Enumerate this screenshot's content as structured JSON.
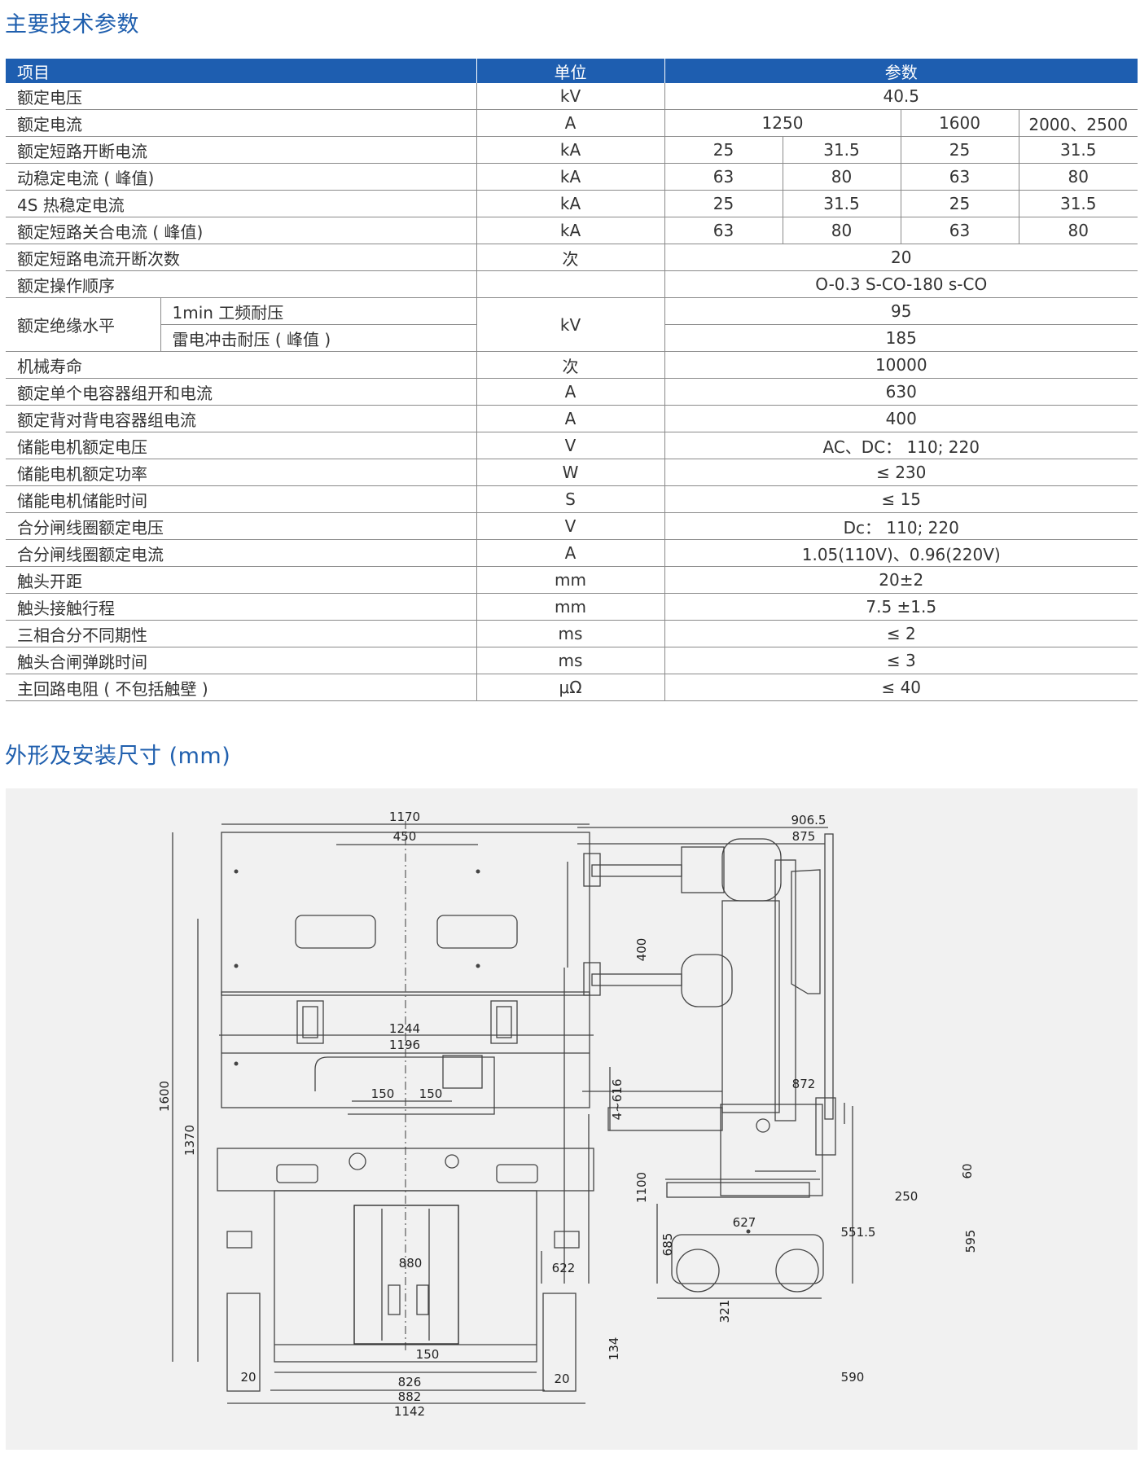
{
  "section1_title": "主要技术参数",
  "section2_title": "外形及安装尺寸 (mm)",
  "table": {
    "headers": [
      "项目",
      "单位",
      "参数"
    ],
    "rows": {
      "rated_voltage": {
        "name": "额定电压",
        "unit": "kV",
        "value": "40.5"
      },
      "rated_current": {
        "name": "额定电流",
        "unit": "A",
        "v1": "1250",
        "v2": "1600",
        "v3": "2000、2500"
      },
      "breaking": {
        "name": "额定短路开断电流",
        "unit": "kA",
        "v": [
          "25",
          "31.5",
          "25",
          "31.5"
        ]
      },
      "peak_withstand": {
        "name": "动稳定电流 ( 峰值)",
        "unit": "kA",
        "v": [
          "63",
          "80",
          "63",
          "80"
        ]
      },
      "thermal": {
        "name": "4S 热稳定电流",
        "unit": "kA",
        "v": [
          "25",
          "31.5",
          "25",
          "31.5"
        ]
      },
      "making": {
        "name": "额定短路关合电流 ( 峰值)",
        "unit": "kA",
        "v": [
          "63",
          "80",
          "63",
          "80"
        ]
      },
      "break_count": {
        "name": "额定短路电流开断次数",
        "unit": "次",
        "value": "20"
      },
      "sequence": {
        "name": "额定操作顺序",
        "unit": "",
        "value": "O-0.3 S-CO-180 s-CO"
      },
      "insulation": {
        "name": "额定绝缘水平",
        "unit": "kV",
        "sub1": "1min 工频耐压",
        "val1": "95",
        "sub2": "雷电冲击耐压 ( 峰值 )",
        "val2": "185"
      },
      "mech_life": {
        "name": "机械寿命",
        "unit": "次",
        "value": "10000"
      },
      "single_cap": {
        "name": "额定单个电容器组开和电流",
        "unit": "A",
        "value": "630"
      },
      "b2b_cap": {
        "name": "额定背对背电容器组电流",
        "unit": "A",
        "value": "400"
      },
      "motor_voltage": {
        "name": "储能电机额定电压",
        "unit": "V",
        "value": "AC、DC： 110; 220"
      },
      "motor_power": {
        "name": "储能电机额定功率",
        "unit": "W",
        "value": "≤ 230"
      },
      "motor_time": {
        "name": "储能电机储能时间",
        "unit": "S",
        "value": "≤ 15"
      },
      "coil_voltage": {
        "name": "合分闸线圈额定电压",
        "unit": "V",
        "value": "Dc： 110; 220"
      },
      "coil_current": {
        "name": "合分闸线圈额定电流",
        "unit": "A",
        "value": "1.05(110V)、0.96(220V)"
      },
      "contact_gap": {
        "name": "触头开距",
        "unit": "mm",
        "value": "20±2"
      },
      "contact_travel": {
        "name": "触头接触行程",
        "unit": "mm",
        "value": "7.5 ±1.5"
      },
      "phase_async": {
        "name": "三相合分不同期性",
        "unit": "ms",
        "value": "≤ 2"
      },
      "bounce": {
        "name": "触头合闸弹跳时间",
        "unit": "ms",
        "value": "≤ 3"
      },
      "resistance": {
        "name": "主回路电阻 ( 不包括触壁 )",
        "unit": "μΩ",
        "value": "≤ 40"
      }
    }
  },
  "drawing_dims": {
    "d1170": "1170",
    "d450": "450",
    "d1244": "1244",
    "d1196": "1196",
    "d150a": "150",
    "d150b": "150",
    "d4_616": "4~616",
    "d1600": "1600",
    "d1370": "1370",
    "d880": "880",
    "d622": "622",
    "d150c": "150",
    "d20a": "20",
    "d20b": "20",
    "d826": "826",
    "d882": "882",
    "d1142": "1142",
    "d906_5": "906.5",
    "d875": "875",
    "d400": "400",
    "d872": "872",
    "d1100": "1100",
    "d60": "60",
    "d250": "250",
    "d627": "627",
    "d551_5": "551.5",
    "d685": "685",
    "d595": "595",
    "d321": "321",
    "d134": "134",
    "d590": "590"
  }
}
